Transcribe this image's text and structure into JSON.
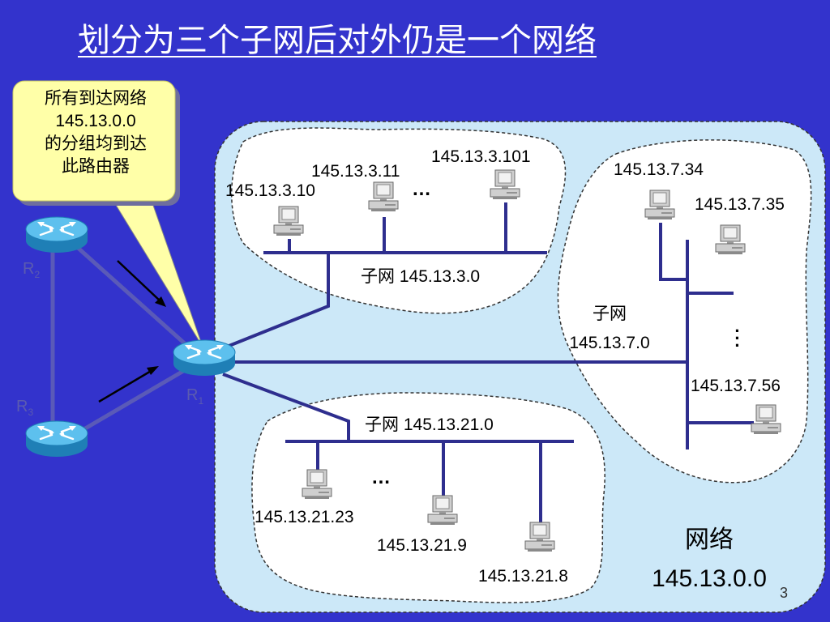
{
  "title": "划分为三个子网后对外仍是一个网络",
  "callout": {
    "lines": [
      "所有到达网络",
      "145.13.0.0",
      "的分组均到达",
      "此路由器"
    ]
  },
  "routers": {
    "r1": "R",
    "r1_sub": "1",
    "r2": "R",
    "r2_sub": "2",
    "r3": "R",
    "r3_sub": "3"
  },
  "subnet_3": {
    "label": "子网 145.13.3.0",
    "hosts": [
      "145.13.3.10",
      "145.13.3.11",
      "145.13.3.101"
    ],
    "ellipsis": "…"
  },
  "subnet_7": {
    "label_line1": "子网",
    "label_line2": "145.13.7.0",
    "hosts": [
      "145.13.7.34",
      "145.13.7.35",
      "145.13.7.56"
    ],
    "ellipsis": "⋮"
  },
  "subnet_21": {
    "label": "子网 145.13.21.0",
    "hosts": [
      "145.13.21.23",
      "145.13.21.9",
      "145.13.21.8"
    ],
    "ellipsis": "…"
  },
  "network": {
    "label_line1": "网络",
    "label_line2": "145.13.0.0"
  },
  "page_number": "3",
  "colors": {
    "background": "#3333cc",
    "network_fill": "#cce8f8",
    "subnet_fill": "#ffffff",
    "line": "#2e2e8e",
    "callout_fill": "#ffffa8",
    "router": "#3fa4dc"
  }
}
